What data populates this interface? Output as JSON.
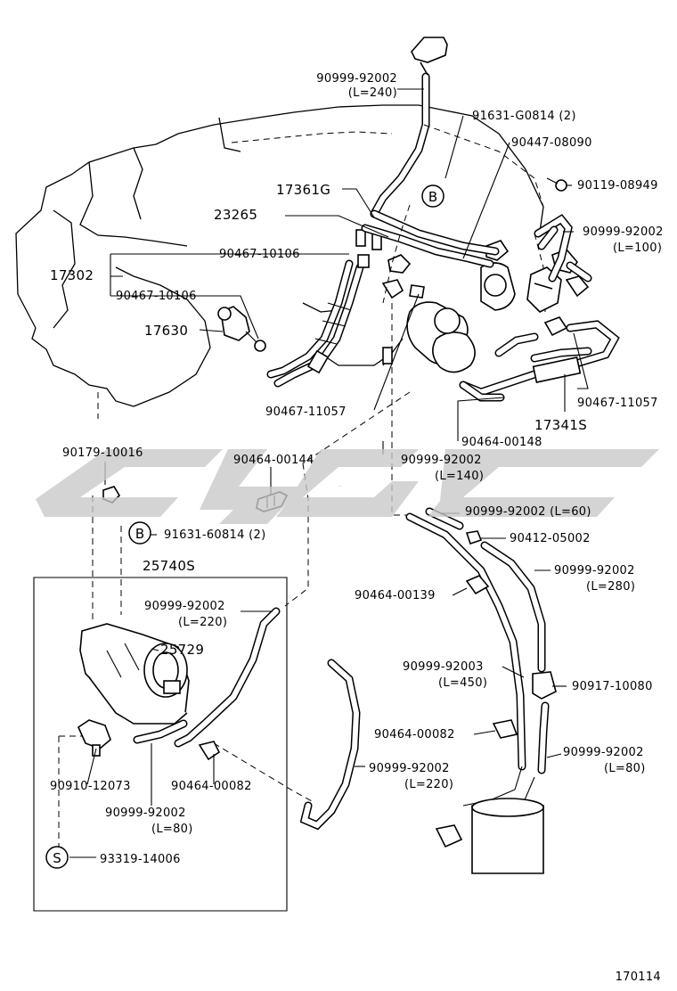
{
  "watermark": {
    "text": "CJGC",
    "color": "#c8c8c8"
  },
  "drawing_number": "170114",
  "callouts": [
    {
      "id": "c-b-top",
      "letter": "B"
    },
    {
      "id": "c-b-mid",
      "letter": "B"
    },
    {
      "id": "c-s",
      "letter": "S"
    }
  ],
  "labels": [
    {
      "key": "l01",
      "text": "90999-92002"
    },
    {
      "key": "l02",
      "text": "(L=240)"
    },
    {
      "key": "l03",
      "text": "91631-G0814 (2)"
    },
    {
      "key": "l04",
      "text": "90447-08090"
    },
    {
      "key": "l05",
      "text": "17361G"
    },
    {
      "key": "l06",
      "text": "90119-08949"
    },
    {
      "key": "l07",
      "text": "23265"
    },
    {
      "key": "l08",
      "text": "90999-92002"
    },
    {
      "key": "l09",
      "text": "(L=100)"
    },
    {
      "key": "l10",
      "text": "90467-10106"
    },
    {
      "key": "l11",
      "text": "17302"
    },
    {
      "key": "l12",
      "text": "90467-10106"
    },
    {
      "key": "l13",
      "text": "17630"
    },
    {
      "key": "l14",
      "text": "90467-11057"
    },
    {
      "key": "l15",
      "text": "90467-11057"
    },
    {
      "key": "l16",
      "text": "17341S"
    },
    {
      "key": "l17",
      "text": "90464-00148"
    },
    {
      "key": "l18",
      "text": "90179-10016"
    },
    {
      "key": "l19",
      "text": "90464-00144"
    },
    {
      "key": "l20",
      "text": "90999-92002"
    },
    {
      "key": "l21",
      "text": "(L=140)"
    },
    {
      "key": "l22",
      "text": "90999-92002 (L=60)"
    },
    {
      "key": "l23",
      "text": "91631-60814 (2)"
    },
    {
      "key": "l24",
      "text": "90412-05002"
    },
    {
      "key": "l25",
      "text": "25740S"
    },
    {
      "key": "l26",
      "text": "90999-92002"
    },
    {
      "key": "l27",
      "text": "(L=280)"
    },
    {
      "key": "l28",
      "text": "90464-00139"
    },
    {
      "key": "l29",
      "text": "90999-92002"
    },
    {
      "key": "l30",
      "text": "(L=220)"
    },
    {
      "key": "l31",
      "text": "25729"
    },
    {
      "key": "l32",
      "text": "90999-92003"
    },
    {
      "key": "l33",
      "text": "(L=450)"
    },
    {
      "key": "l34",
      "text": "90917-10080"
    },
    {
      "key": "l35",
      "text": "90464-00082"
    },
    {
      "key": "l36",
      "text": "90999-92002"
    },
    {
      "key": "l37",
      "text": "(L=80)"
    },
    {
      "key": "l38",
      "text": "90910-12073"
    },
    {
      "key": "l39",
      "text": "90464-00082"
    },
    {
      "key": "l40",
      "text": "90999-92002"
    },
    {
      "key": "l41",
      "text": "(L=220)"
    },
    {
      "key": "l42",
      "text": "90999-92002"
    },
    {
      "key": "l43",
      "text": "(L=80)"
    },
    {
      "key": "l44",
      "text": "93319-14006"
    }
  ]
}
